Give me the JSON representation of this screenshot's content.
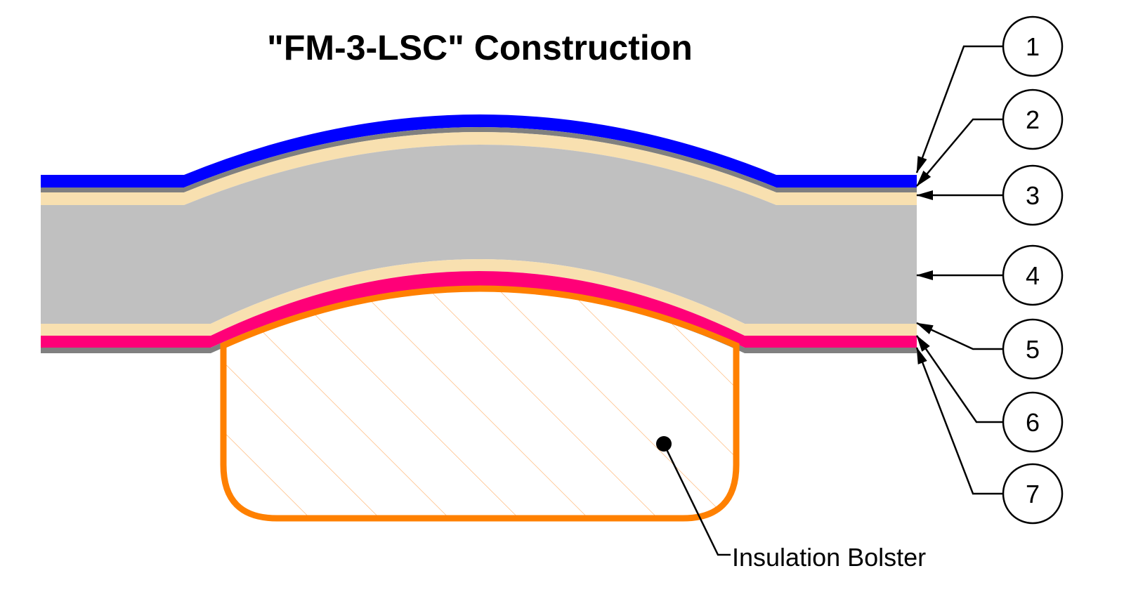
{
  "title": "\"FM-3-LSC\" Construction",
  "callouts": [
    "1",
    "2",
    "3",
    "4",
    "5",
    "6",
    "7"
  ],
  "insulation_label": "Insulation Bolster",
  "colors": {
    "layer1": "#0000ff",
    "layer2": "#808080",
    "layer3": "#f8e0b0",
    "layer4": "#c0c0c0",
    "layer5": "#f8e0b0",
    "layer6": "#ff0078",
    "layer7": "#808080",
    "bolster": "#ff8000"
  }
}
